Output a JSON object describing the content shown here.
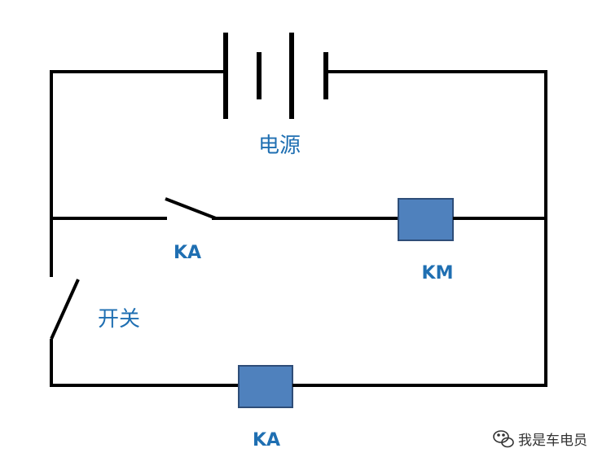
{
  "colors": {
    "label": "#1f6fb2",
    "box_fill": "#4f81bd",
    "wire": "#000000",
    "watermark": "#333333"
  },
  "diagram": {
    "battery_label": "电源",
    "switch_label": "开关",
    "relay_contact_label": "KA",
    "contactor_coil_label": "KM",
    "relay_coil_label": "KA"
  },
  "watermark": {
    "icon": "wechat-icon",
    "text": "我是车电员"
  }
}
